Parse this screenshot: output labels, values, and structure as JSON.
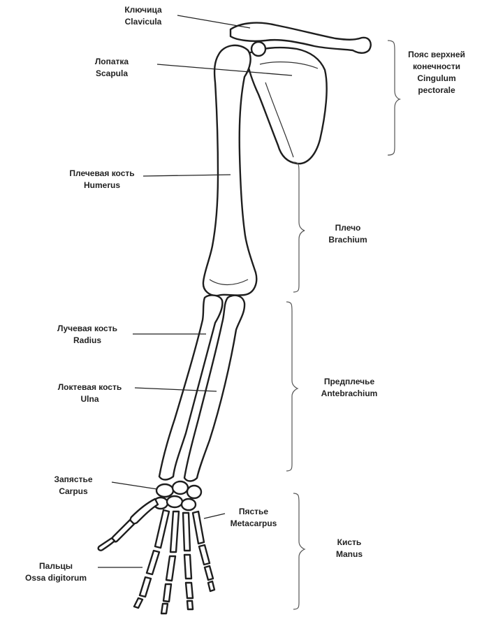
{
  "colors": {
    "line": "#222222",
    "bone_fill": "#ffffff",
    "background": "#ffffff"
  },
  "labels": {
    "clavicula": {
      "ru": "Ключица",
      "la": "Clavicula"
    },
    "scapula": {
      "ru": "Лопатка",
      "la": "Scapula"
    },
    "humerus": {
      "ru": "Плечевая кость",
      "la": "Humerus"
    },
    "radius": {
      "ru": "Лучевая кость",
      "la": "Radius"
    },
    "ulna": {
      "ru": "Локтевая кость",
      "la": "Ulna"
    },
    "carpus": {
      "ru": "Запястье",
      "la": "Carpus"
    },
    "metacarpus": {
      "ru": "Пястье",
      "la": "Metacarpus"
    },
    "digitorum": {
      "ru": "Пальцы",
      "la": "Ossa digitorum"
    }
  },
  "regions": {
    "cingulum": {
      "ru1": "Пояс верхней",
      "ru2": "конечности",
      "la1": "Cingulum",
      "la2": "pectorale"
    },
    "brachium": {
      "ru": "Плечо",
      "la": "Brachium"
    },
    "antebrachium": {
      "ru": "Предплечье",
      "la": "Antebrachium"
    },
    "manus": {
      "ru": "Кисть",
      "la": "Manus"
    }
  }
}
